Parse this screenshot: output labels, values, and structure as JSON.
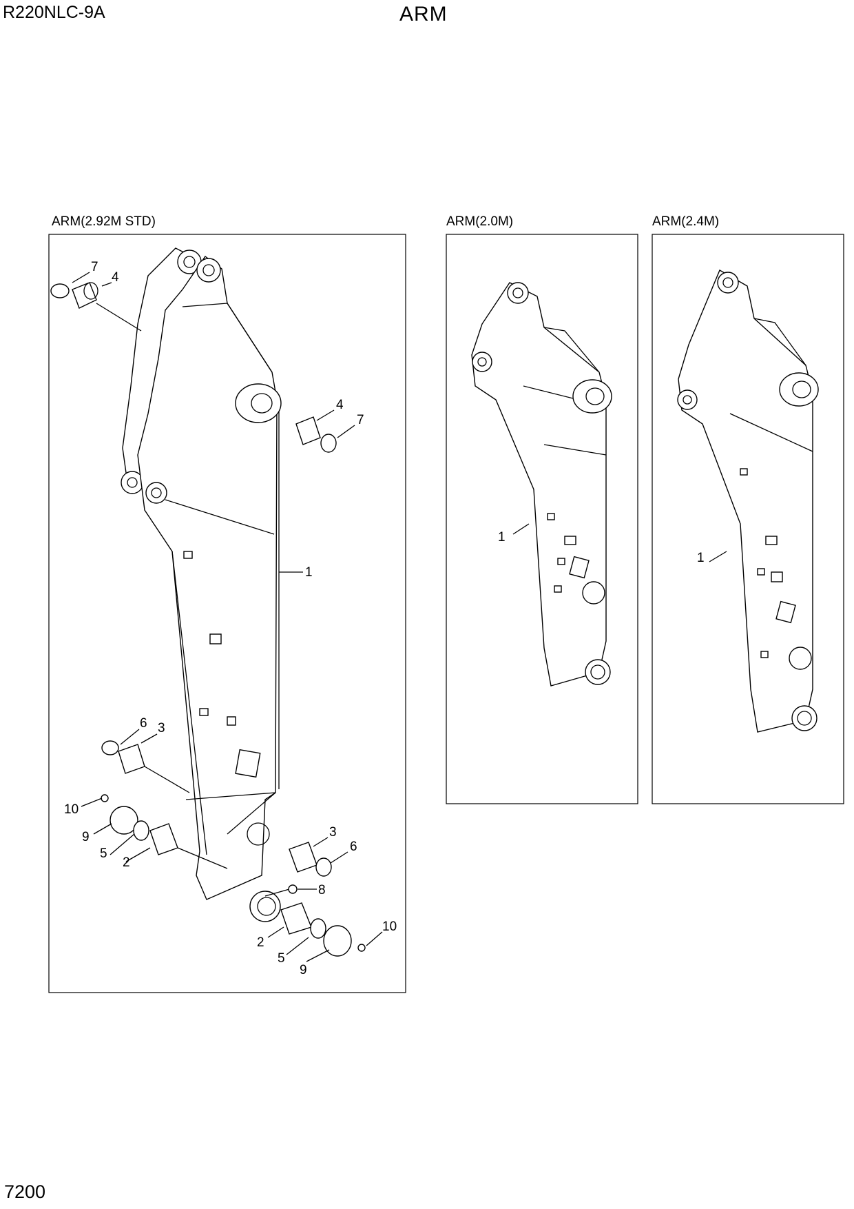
{
  "header": {
    "model": "R220NLC-9A",
    "title": "ARM"
  },
  "footer": {
    "page_number": "7200"
  },
  "panels": [
    {
      "title": "ARM(2.92M STD)"
    },
    {
      "title": "ARM(2.0M)"
    },
    {
      "title": "ARM(2.4M)"
    }
  ],
  "callouts": {
    "main": [
      "7",
      "4",
      "4",
      "7",
      "1",
      "6",
      "3",
      "10",
      "9",
      "5",
      "2",
      "3",
      "6",
      "8",
      "2",
      "5",
      "9",
      "10"
    ],
    "short": [
      "1"
    ],
    "medium": [
      "1"
    ]
  }
}
